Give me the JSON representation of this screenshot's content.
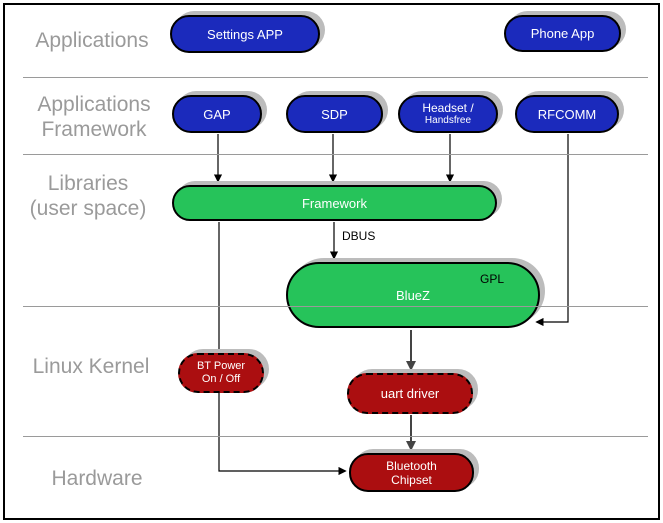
{
  "layers": [
    {
      "id": "applications",
      "lines": [
        "Applications"
      ]
    },
    {
      "id": "applications-framework",
      "lines": [
        "Applications",
        "Framework"
      ]
    },
    {
      "id": "libraries-user-space",
      "lines": [
        "Libraries",
        "(user space)"
      ]
    },
    {
      "id": "linux-kernel",
      "lines": [
        "Linux Kernel"
      ]
    },
    {
      "id": "hardware",
      "lines": [
        "Hardware"
      ]
    }
  ],
  "nodes": {
    "settings_app": {
      "label": "Settings APP",
      "color": "blue",
      "layer": "applications"
    },
    "phone_app": {
      "label": "Phone App",
      "color": "blue",
      "layer": "applications"
    },
    "gap": {
      "label": "GAP",
      "color": "blue",
      "layer": "applications-framework"
    },
    "sdp": {
      "label": "SDP",
      "color": "blue",
      "layer": "applications-framework"
    },
    "headset": {
      "label_line1": "Headset /",
      "label_line2": "Handsfree",
      "color": "blue",
      "layer": "applications-framework"
    },
    "rfcomm": {
      "label": "RFCOMM",
      "color": "blue",
      "layer": "applications-framework"
    },
    "framework": {
      "label": "Framework",
      "color": "green",
      "layer": "libraries-user-space"
    },
    "bluez": {
      "label": "BlueZ",
      "badge": "GPL",
      "color": "green",
      "layer": "libraries-user-space"
    },
    "bt_power": {
      "label_line1": "BT Power",
      "label_line2": "On / Off",
      "color": "red",
      "border": "dashed",
      "layer": "linux-kernel"
    },
    "uart_driver": {
      "label": "uart driver",
      "color": "red",
      "border": "dashed",
      "layer": "linux-kernel"
    },
    "bluetooth_chipset": {
      "label_line1": "Bluetooth",
      "label_line2": "Chipset",
      "color": "red",
      "layer": "hardware"
    }
  },
  "edge_labels": {
    "dbus": "DBUS"
  },
  "edges": [
    {
      "from": "GAP",
      "to": "Framework"
    },
    {
      "from": "SDP",
      "to": "Framework"
    },
    {
      "from": "Headset / Handsfree",
      "to": "Framework"
    },
    {
      "from": "Framework",
      "to": "BlueZ",
      "label": "DBUS"
    },
    {
      "from": "RFCOMM",
      "to": "BlueZ"
    },
    {
      "from": "BlueZ",
      "to": "uart driver"
    },
    {
      "from": "uart driver",
      "to": "Bluetooth Chipset"
    },
    {
      "from": "Framework",
      "to": "Bluetooth Chipset"
    }
  ],
  "colors": {
    "node_blue": "#1b2abc",
    "node_green": "#26c35a",
    "node_red": "#ab0e10",
    "shadow": "#bcbcbc",
    "layer_label": "#9a9a9a",
    "divider": "#9a9a9a",
    "edge_line": "#000000",
    "edge_line_thick": "#444444"
  }
}
